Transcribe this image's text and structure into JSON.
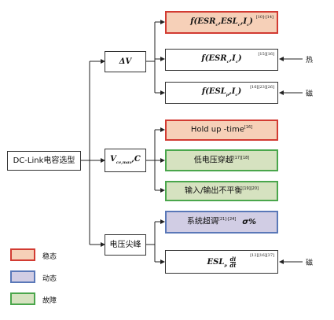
{
  "root": {
    "label": "DC-Link电容选型"
  },
  "level1": {
    "delta_v": "ΔV",
    "v_c": "V",
    "v_c_sub": "ce,max",
    "v_c_tail": ",C",
    "spike": "电压尖峰"
  },
  "leaves": {
    "esr_esl_i": {
      "text": "f(ESR",
      "ref": "[10]-[14]"
    },
    "esr_i": {
      "text": "f(ESR",
      "ref": "[15][16]"
    },
    "esl_i": {
      "text": "f(ESL",
      "ref": "[16][23][26]"
    },
    "hold_up": {
      "text": "Hold up -time",
      "ref": "[16]"
    },
    "low_voltage": {
      "text": "低电压穿越",
      "ref": "[17][18]"
    },
    "io_unbalance": {
      "text": "输入/输出不平衡",
      "ref": "[19][20]"
    },
    "overshoot": {
      "text": "系统超调",
      "ref": "[21]-[24]",
      "sigma": "σ%"
    },
    "esl_didt": {
      "text": "ESL",
      "ref": "[12][16][37]"
    }
  },
  "side_labels": {
    "heat": "热",
    "magnetic1": "磁",
    "magnetic2": "磁"
  },
  "legend": [
    {
      "label": "稳态",
      "color": "#f6d0b8",
      "border": "#d23b32"
    },
    {
      "label": "动态",
      "color": "#d1cde4",
      "border": "#5a78b8"
    },
    {
      "label": "故障",
      "color": "#d6e2c0",
      "border": "#4aa64c"
    }
  ]
}
